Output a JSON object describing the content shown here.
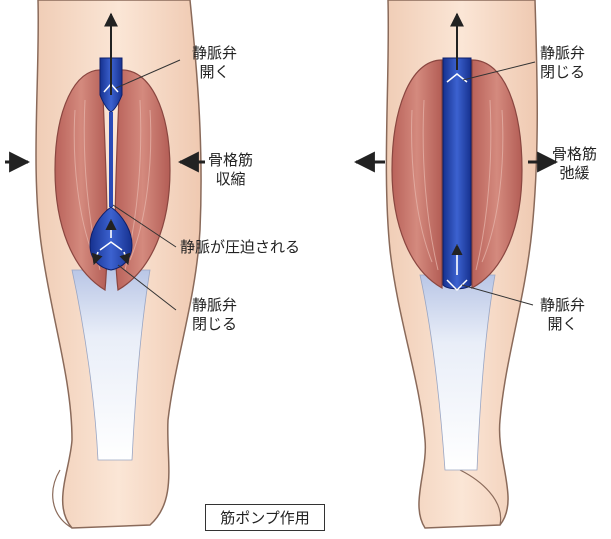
{
  "labels": {
    "left_valve_open": [
      "静脈弁",
      "開く"
    ],
    "left_muscle": [
      "骨格筋",
      "収縮"
    ],
    "left_compressed": "静脈が圧迫される",
    "left_valve_closed": [
      "静脈弁",
      "閉じる"
    ],
    "right_valve_closed": [
      "静脈弁",
      "閉じる"
    ],
    "right_muscle": [
      "骨格筋",
      "弛緩"
    ],
    "right_valve_open": [
      "静脈弁",
      "開く"
    ]
  },
  "caption": "筋ポンプ作用",
  "colors": {
    "skin": "#f6dcc8",
    "skin_outline": "#8a6a5a",
    "muscle": "#c9786c",
    "muscle_dark": "#a4544c",
    "vein": "#1d3fae",
    "vein_light": "#6e8fe0",
    "tendon": "#e7ecf6"
  }
}
